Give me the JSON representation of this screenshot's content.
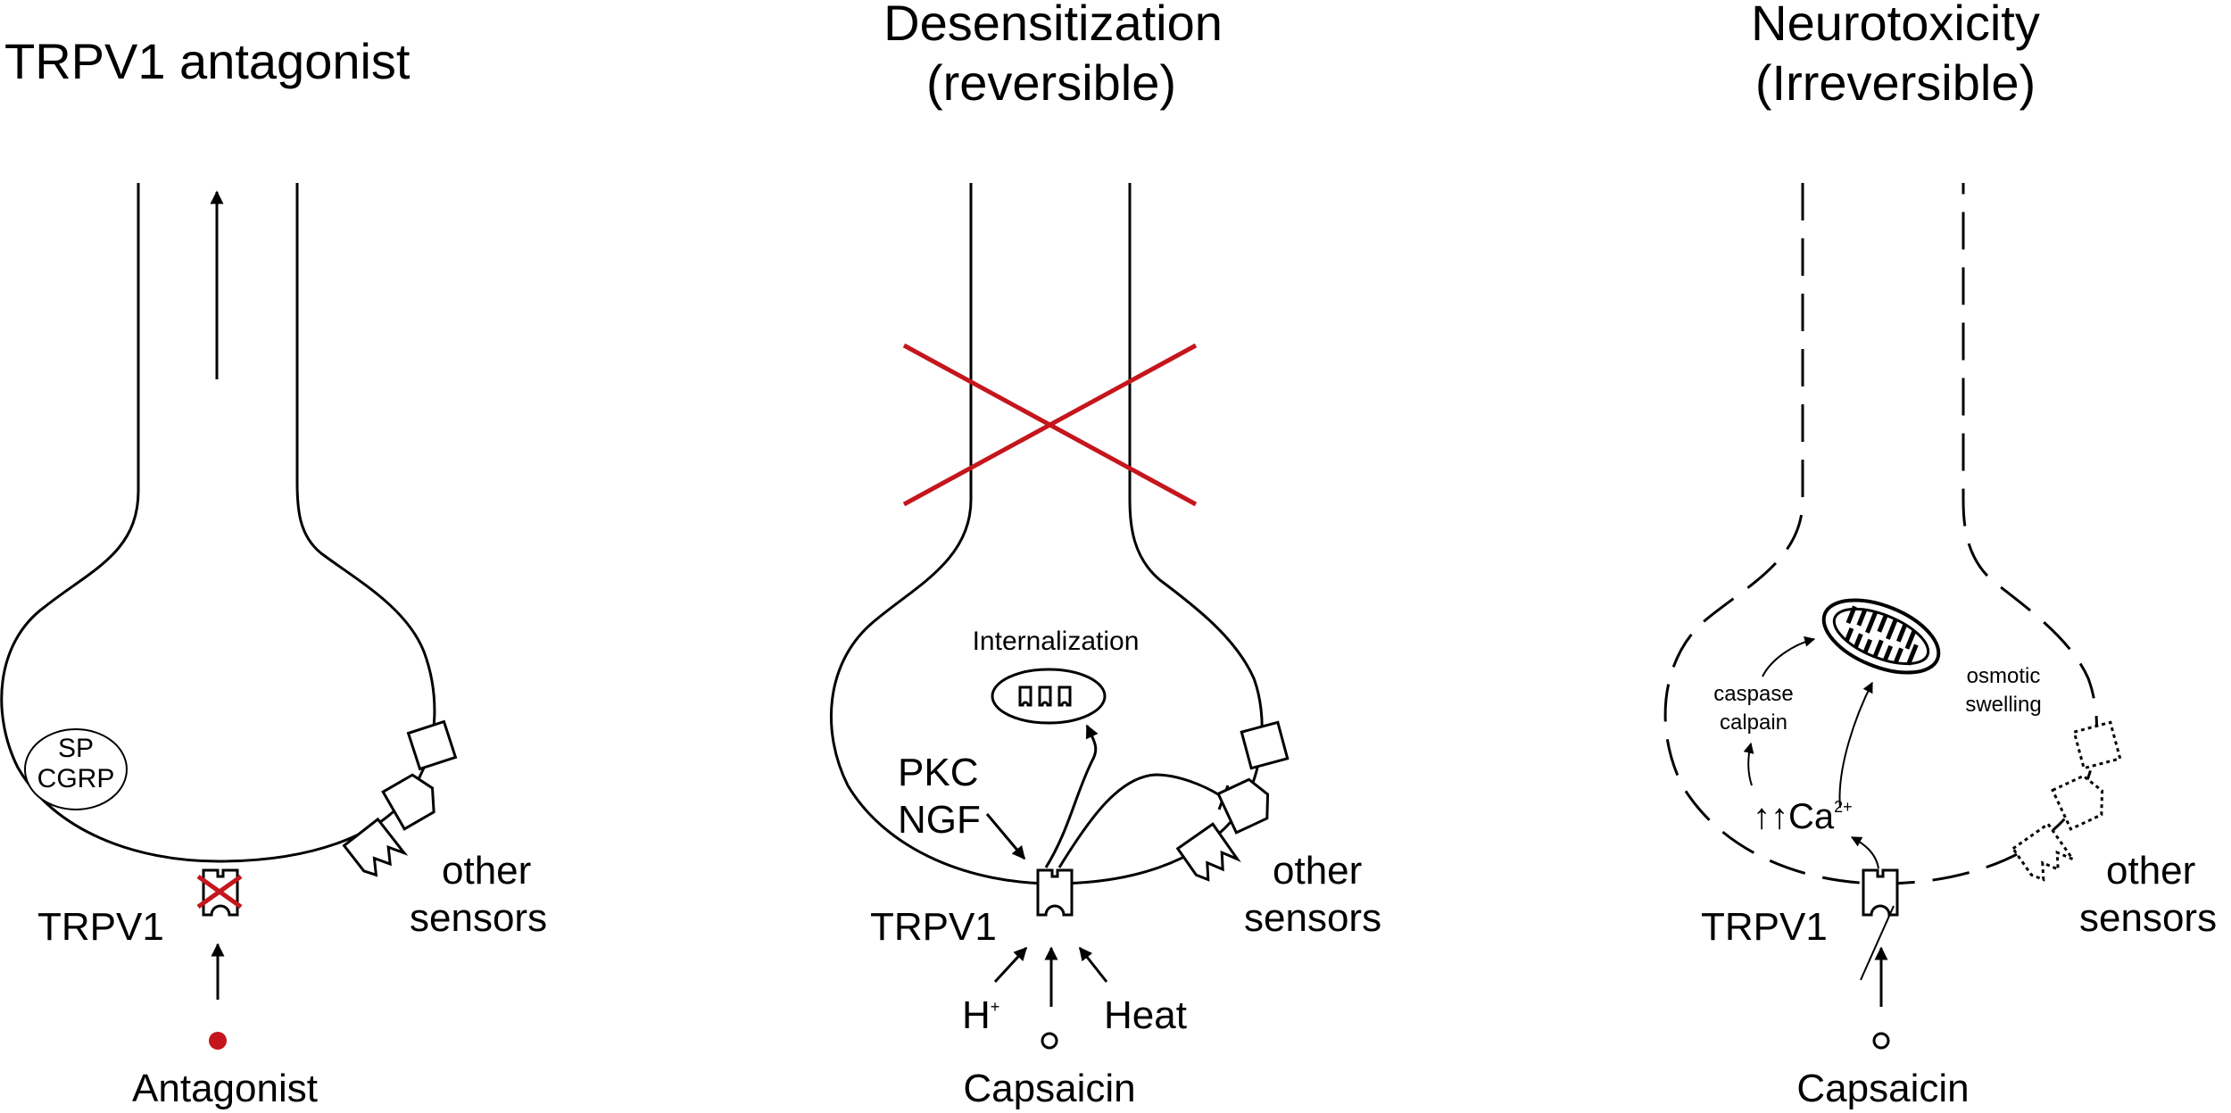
{
  "colors": {
    "ink": "#000000",
    "block": "#c4161c",
    "background": "#ffffff"
  },
  "panel_antagonist": {
    "title": "TRPV1 antagonist",
    "vesicle_line1": "SP",
    "vesicle_line2": "CGRP",
    "channel_label": "TRPV1",
    "other_line1": "other",
    "other_line2": "sensors",
    "ligand_label": "Antagonist",
    "ligand_icon": "red-dot"
  },
  "panel_desensitization": {
    "title_line1": "Desensitization",
    "title_line2": "(reversible)",
    "internalization": "Internalization",
    "pkc": "PKC",
    "ngf": "NGF",
    "channel_label": "TRPV1",
    "other_line1": "other",
    "other_line2": "sensors",
    "h_plus": "H",
    "h_plus_sup": "+",
    "heat": "Heat",
    "ligand_label": "Capsaicin"
  },
  "panel_neurotoxicity": {
    "title_line1": "Neurotoxicity",
    "title_line2": "(Irreversible)",
    "caspase": "caspase",
    "calpain": "calpain",
    "osmotic": "osmotic",
    "swelling": "swelling",
    "calcium_prefix": "↑↑Ca",
    "calcium_sup": "2+",
    "channel_label": "TRPV1",
    "other_line1": "other",
    "other_line2": "sensors",
    "ligand_label": "Capsaicin"
  }
}
